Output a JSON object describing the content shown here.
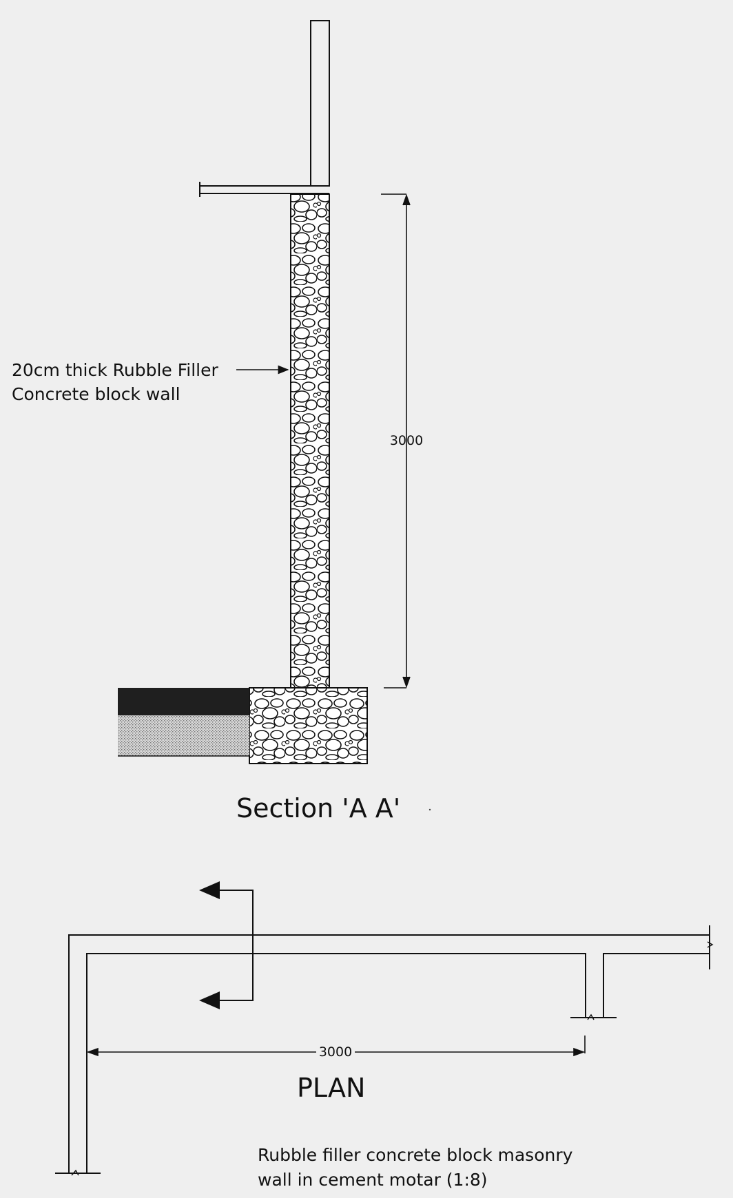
{
  "section": {
    "title": "Section 'A A'",
    "wall_label_line1": "20cm thick Rubble Filler",
    "wall_label_line2": "Concrete block wall",
    "height_dimension": "3000"
  },
  "plan": {
    "title": "PLAN",
    "width_dimension": "3000",
    "note_line1": "Rubble filler concrete block masonry",
    "note_line2": "wall in cement motar (1:8)"
  }
}
